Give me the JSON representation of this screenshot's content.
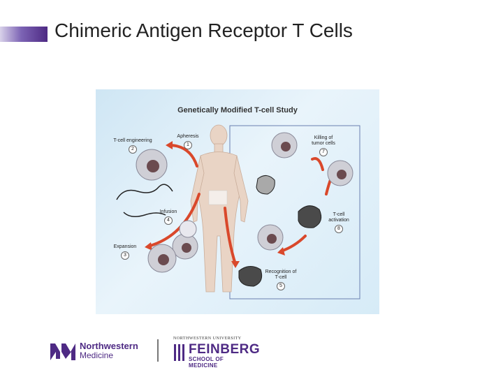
{
  "slide": {
    "title": "Chimeric Antigen Receptor T Cells"
  },
  "figure": {
    "title": "Genetically Modified T-cell Study",
    "steps": [
      {
        "label": "Apheresis",
        "num": "1"
      },
      {
        "label": "T-cell engineering",
        "num": "2"
      },
      {
        "label": "Expansion",
        "num": "3"
      },
      {
        "label": "Infusion",
        "num": "4"
      },
      {
        "label": "Recognition of T-cell",
        "num": "5"
      },
      {
        "label": "Killing of tumor cells",
        "num": "7"
      },
      {
        "label": "T-cell activation",
        "num": "8"
      }
    ]
  },
  "logos": {
    "northwestern_line1": "Northwestern",
    "northwestern_line2": "Medicine",
    "nu_small": "NORTHWESTERN UNIVERSITY",
    "feinberg": "FEINBERG",
    "school": "SCHOOL OF MEDICINE"
  },
  "colors": {
    "brand_purple": "#4e2a84",
    "arrow_red": "#d9482b",
    "figure_bg": "#dcedf8"
  }
}
